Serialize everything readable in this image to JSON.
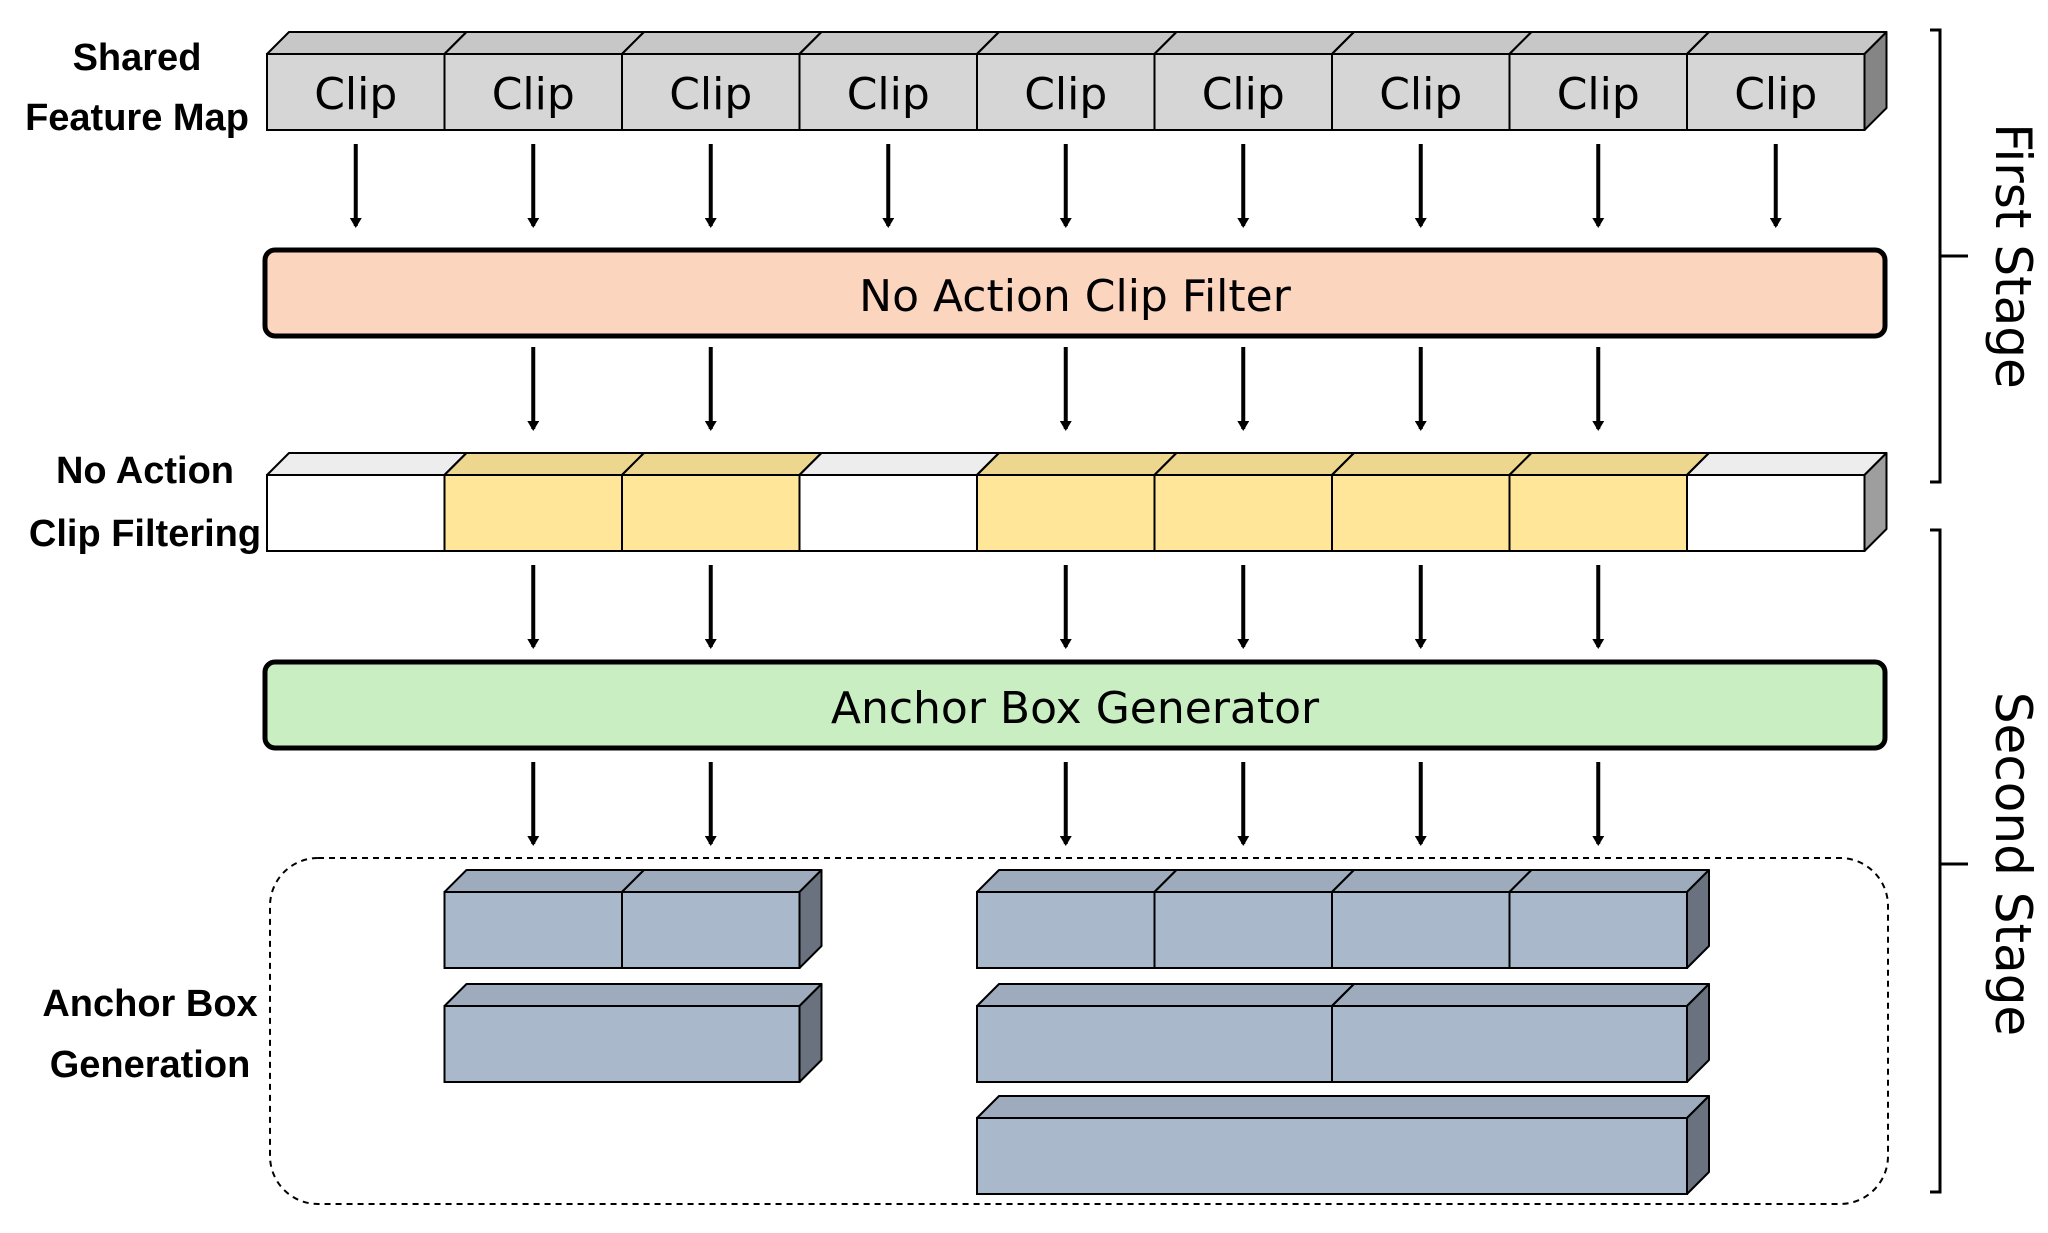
{
  "labels": {
    "shared_feature_map": [
      "Shared",
      "Feature Map"
    ],
    "no_action_clip_filtering": [
      "No Action",
      "Clip Filtering"
    ],
    "anchor_box_generation": [
      "Anchor Box",
      "Generation"
    ]
  },
  "clip_label": "Clip",
  "clip_count": 9,
  "filter_bar": {
    "label": "No Action Clip Filter",
    "color": "#fcd5bf"
  },
  "generator_bar": {
    "label": "Anchor Box Generator",
    "color": "#c9eec2"
  },
  "filtered_row": {
    "kept": [
      false,
      true,
      true,
      false,
      true,
      true,
      true,
      true,
      false
    ],
    "kept_color": "#ffe699",
    "dropped_color": "#ffffff"
  },
  "anchor_groups": {
    "color": "#a9b8cb",
    "left": [
      [
        1,
        1
      ],
      [
        2
      ]
    ],
    "right": [
      [
        1,
        1,
        1,
        1
      ],
      [
        2,
        2
      ],
      [
        4
      ]
    ]
  },
  "stages": [
    {
      "label": "First Stage"
    },
    {
      "label": "Second Stage"
    }
  ],
  "colors": {
    "clip_face": "#d6d6d6",
    "arrow": "#000000"
  }
}
